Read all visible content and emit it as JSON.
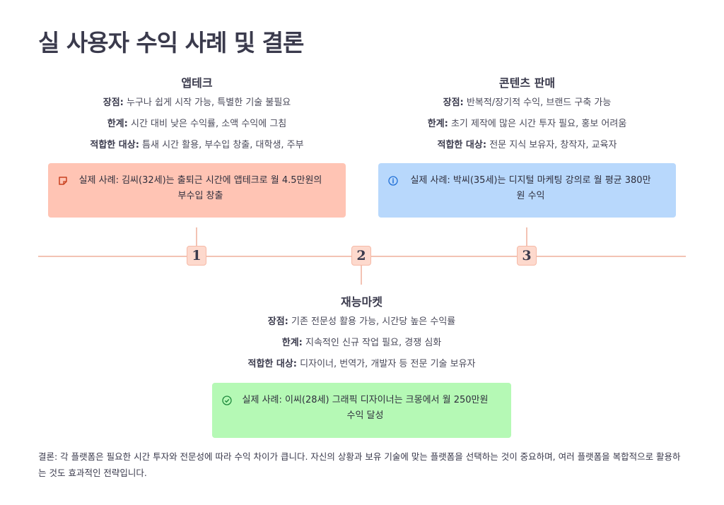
{
  "title": "실 사용자 수익 사례 및 결론",
  "markers": [
    "1",
    "2",
    "3"
  ],
  "cards": [
    {
      "title": "앱테크",
      "pros_label": "장점:",
      "pros": "누구나 쉽게 시작 가능, 특별한 기술 불필요",
      "cons_label": "한계:",
      "cons": "시간 대비 낮은 수익률, 소액 수익에 그침",
      "target_label": "적합한 대상:",
      "target": "틈새 시간 활용, 부수입 창출, 대학생, 주부",
      "case": "실제 사례: 김씨(32세)는 출퇴근 시간에 앱테크로 월 4.5만원의 부수입 창출",
      "case_icon": "note-icon",
      "case_color": "#ffc4b4"
    },
    {
      "title": "재능마켓",
      "pros_label": "장점:",
      "pros": "기존 전문성 활용 가능, 시간당 높은 수익률",
      "cons_label": "한계:",
      "cons": "지속적인 신규 작업 필요, 경쟁 심화",
      "target_label": "적합한 대상:",
      "target": "디자이너, 번역가, 개발자 등 전문 기술 보유자",
      "case": "실제 사례: 이씨(28세) 그래픽 디자이너는 크몽에서 월 250만원 수익 달성",
      "case_icon": "check-circle-icon",
      "case_color": "#b5f9b5"
    },
    {
      "title": "콘텐츠 판매",
      "pros_label": "장점:",
      "pros": "반복적/장기적 수익, 브랜드 구축 가능",
      "cons_label": "한계:",
      "cons": "초기 제작에 많은 시간 투자 필요, 홍보 어려움",
      "target_label": "적합한 대상:",
      "target": "전문 지식 보유자, 창작자, 교육자",
      "case": "실제 사례: 박씨(35세)는 디지털 마케팅 강의로 월 평균 380만원 수익",
      "case_icon": "info-icon",
      "case_color": "#b8d8fc"
    }
  ],
  "conclusion": "결론: 각 플랫폼은 필요한 시간 투자와 전문성에 따라 수익 차이가 큽니다. 자신의 상황과 보유 기술에 맞는 플랫폼을 선택하는 것이 중요하며, 여러 플랫폼을 복합적으로 활용하는 것도 효과적인 전략입니다."
}
